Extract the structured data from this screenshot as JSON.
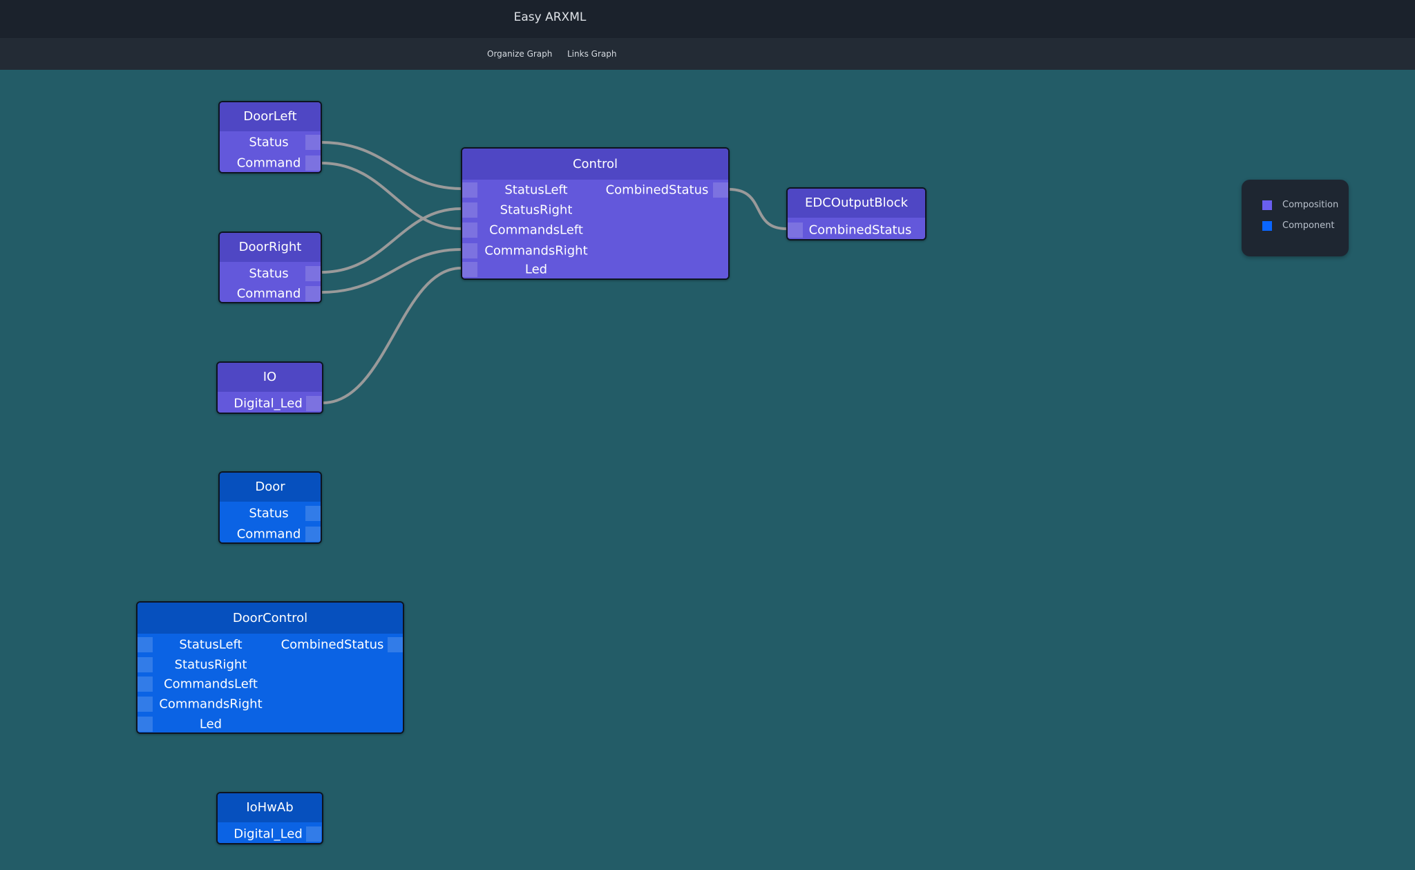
{
  "app": {
    "title": "Easy ARXML"
  },
  "menu": {
    "organize": "Organize Graph",
    "links": "Links Graph"
  },
  "legend": {
    "items": [
      {
        "label": "Composition",
        "color": "#6a5ff0"
      },
      {
        "label": "Component",
        "color": "#0a66ff"
      }
    ]
  },
  "colors": {
    "background": "#235c67",
    "link": "#9a9a9a"
  },
  "nodes": {
    "doorleft": {
      "title": "DoorLeft",
      "ports": [
        "Status",
        "Command"
      ]
    },
    "doorright": {
      "title": "DoorRight",
      "ports": [
        "Status",
        "Command"
      ]
    },
    "io": {
      "title": "IO",
      "ports": [
        "Digital_Led"
      ]
    },
    "control": {
      "title": "Control",
      "inputs": [
        "StatusLeft",
        "StatusRight",
        "CommandsLeft",
        "CommandsRight",
        "Led"
      ],
      "outputs": [
        "CombinedStatus"
      ]
    },
    "edc": {
      "title": "EDCOutputBlock",
      "ports": [
        "CombinedStatus"
      ]
    },
    "door": {
      "title": "Door",
      "ports": [
        "Status",
        "Command"
      ]
    },
    "doorcontrol": {
      "title": "DoorControl",
      "inputs": [
        "StatusLeft",
        "StatusRight",
        "CommandsLeft",
        "CommandsRight",
        "Led"
      ],
      "outputs": [
        "CombinedStatus"
      ]
    },
    "iohwab": {
      "title": "IoHwAb",
      "ports": [
        "Digital_Led"
      ]
    }
  },
  "links": [
    {
      "from": "DoorLeft.Status",
      "to": "Control.StatusLeft"
    },
    {
      "from": "DoorLeft.Command",
      "to": "Control.CommandsLeft"
    },
    {
      "from": "DoorRight.Status",
      "to": "Control.StatusRight"
    },
    {
      "from": "DoorRight.Command",
      "to": "Control.CommandsRight"
    },
    {
      "from": "IO.Digital_Led",
      "to": "Control.Led"
    },
    {
      "from": "Control.CombinedStatus",
      "to": "EDCOutputBlock.CombinedStatus"
    }
  ]
}
